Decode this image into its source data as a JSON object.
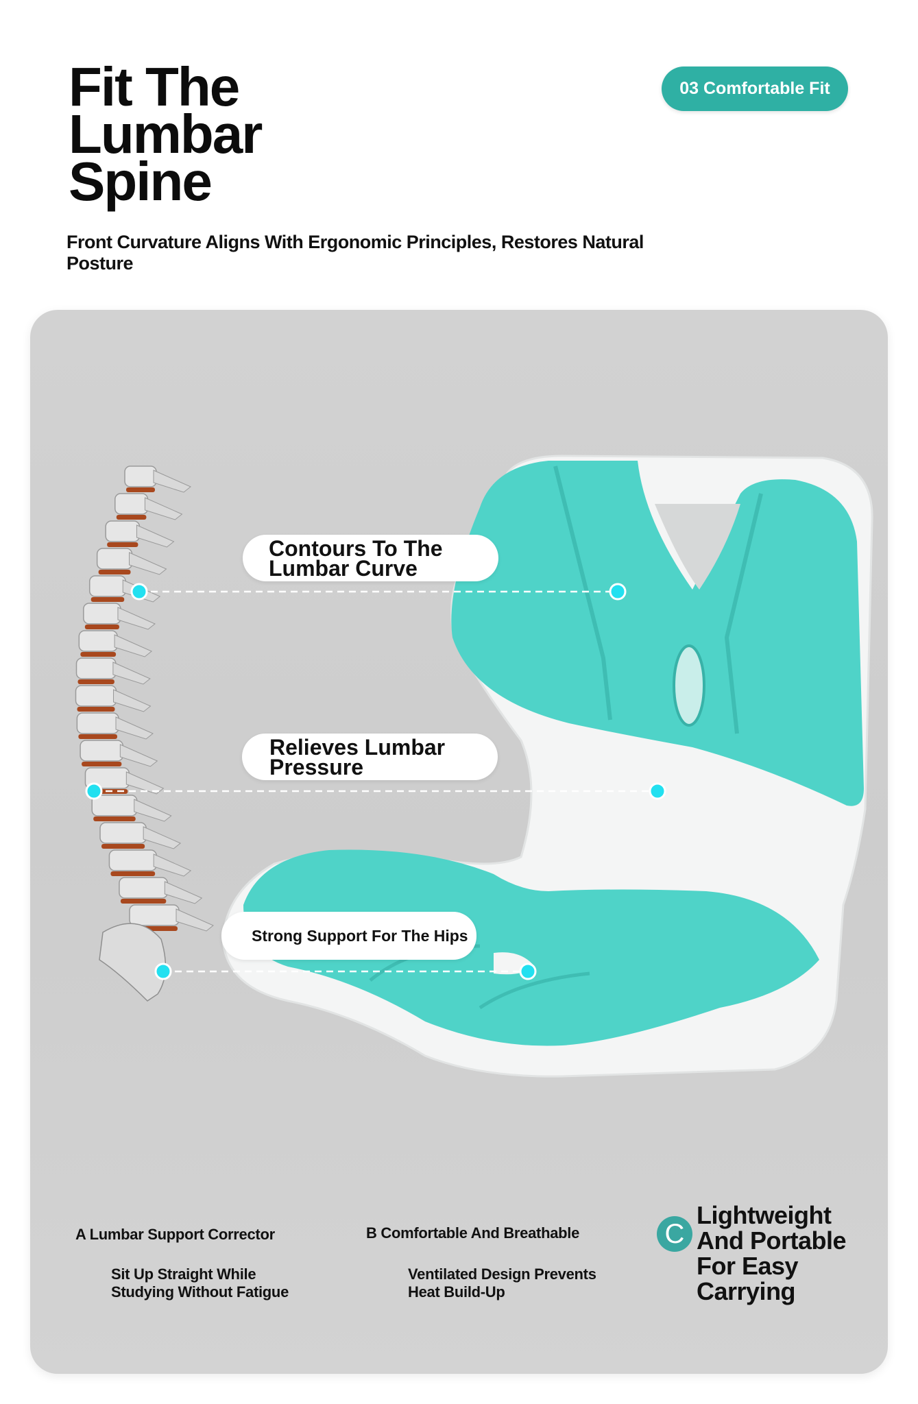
{
  "header": {
    "title_lines": [
      "Fit The",
      "Lumbar",
      "Spine"
    ],
    "subtitle": "Front Curvature Aligns With Ergonomic Principles, Restores Natural Posture",
    "badge": "03 Comfortable Fit"
  },
  "callouts": [
    {
      "lines": [
        "Contours To The",
        "Lumbar Curve"
      ]
    },
    {
      "lines": [
        "Relieves Lumbar",
        "Pressure"
      ]
    },
    {
      "label": "Strong Support For The Hips"
    }
  ],
  "features": [
    {
      "title": "A Lumbar Support Corrector",
      "desc_lines": [
        "Sit Up Straight While",
        "Studying Without Fatigue"
      ]
    },
    {
      "title": "B Comfortable And Breathable",
      "desc_lines": [
        "Ventilated Design Prevents",
        "Heat Build-Up"
      ]
    },
    {
      "letter": "C",
      "lines": [
        "Lightweight",
        "And Portable",
        "For Easy",
        "Carrying"
      ]
    }
  ],
  "colors": {
    "accent": "#2fb0a4",
    "cushion": "#4fd3c8",
    "marker": "#22e0f0",
    "panel": "#d1d1d1"
  }
}
